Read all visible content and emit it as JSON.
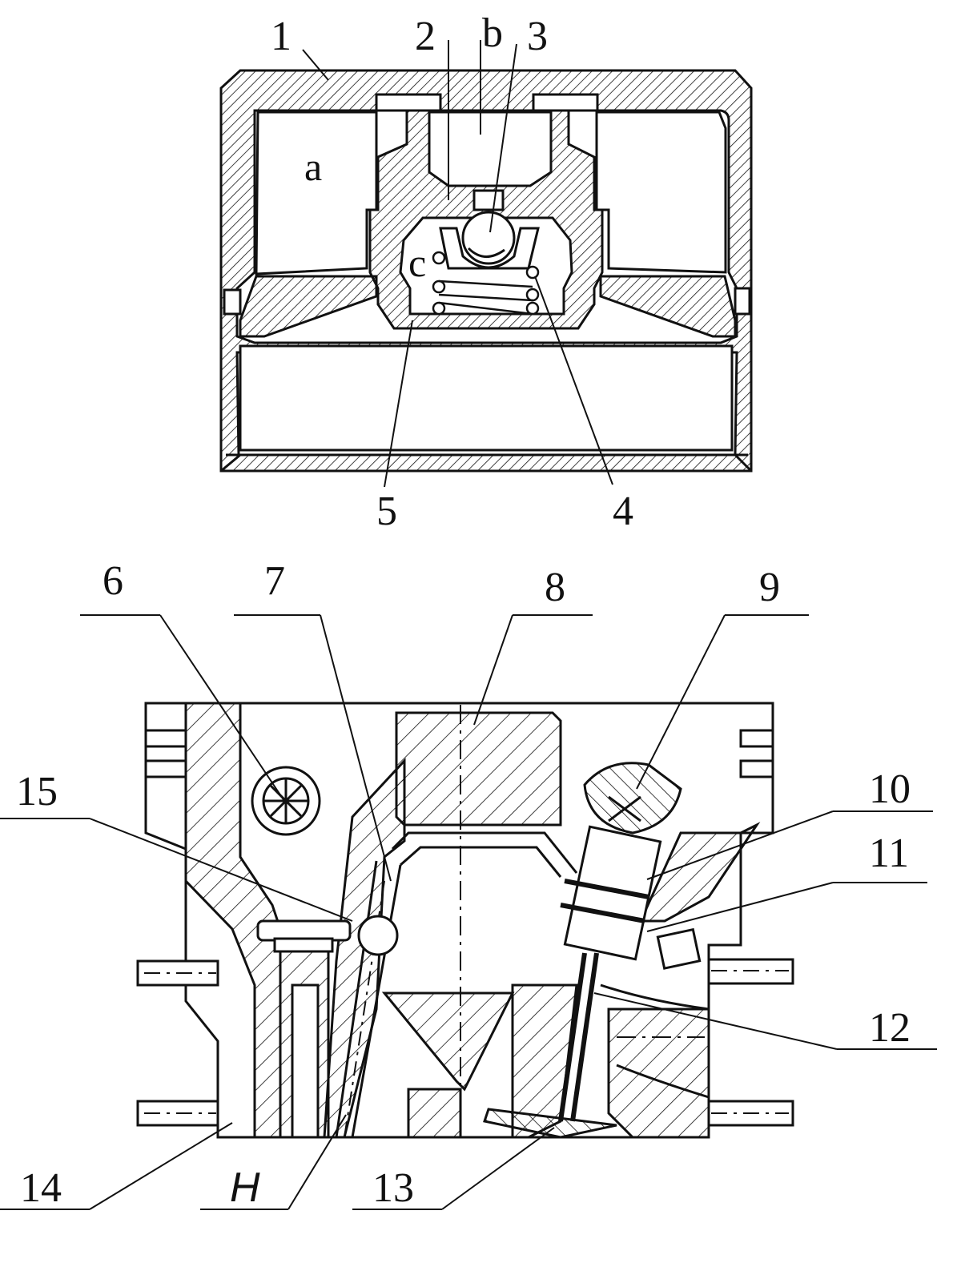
{
  "figure": {
    "top_view": {
      "callouts": {
        "c1": "1",
        "c2": "2",
        "cb": "b",
        "c3": "3",
        "ca": "a",
        "cc": "c",
        "c5": "5",
        "c4": "4"
      }
    },
    "bottom_view": {
      "callouts": {
        "c6": "6",
        "c7": "7",
        "c8": "8",
        "c9": "9",
        "c10": "10",
        "c11": "11",
        "c15": "15",
        "c12": "12",
        "c14": "14",
        "cH": "H",
        "c13": "13"
      }
    }
  },
  "colors": {
    "ink": "#111111",
    "paper": "#ffffff"
  }
}
